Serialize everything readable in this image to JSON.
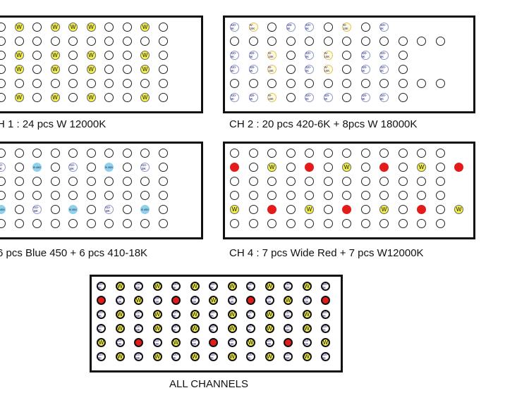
{
  "labels": {
    "W": "W",
    "K420": "420-6K",
    "K410": "410-18K",
    "WK": "W-18K",
    "B": "B 450"
  },
  "captions": {
    "ch1": "H 1 :    24 pcs   W 12000K",
    "ch2": "CH 2 :    20 pcs   420-6K + 8pcs W 18000K",
    "ch3": "6 pcs  Blue 450  +  6 pcs  410-18K",
    "ch4": "CH 4 :   7 pcs  Wide Red + 7 pcs  W12000K",
    "all": "ALL CHANNELS"
  },
  "grids": {
    "ch1": [
      "o W o W W W o o W o",
      "o o o o o o o o o o",
      "o W o W o W o o W o",
      "o W o W o W o o W o",
      "o o o o o o o o o o",
      "o W o W o W o o W o"
    ],
    "ch2": [
      "K WK o K K o WK o K",
      "o o o o o o o o o o o o",
      "K K WK o K WK o K K o",
      "K K WK o K WK o K K o",
      "o o o o o o o o o o o o",
      "K K WK o K K o K K o"
    ],
    "ch3": [
      "o o o o o o o o o o",
      "J o B o J o B o J o",
      "o o o o o o o o o o",
      "o o o o o o o o o o",
      "B o J o B o J o B o",
      "o o o o o o o o o o"
    ],
    "ch4": [
      "o o o o o o o o o o o o",
      "r o W o r o W o r o W o r",
      "o o o o o o o o o o o o",
      "o o o o o o o o o o o o",
      "W o r o W o r o W o r o W",
      "o o o o o o o o o o o o"
    ],
    "all": [
      "K W J W K W K W K W J W K",
      "r J W J r J W J r J W J r",
      "K W J W K W K W K W J W K",
      "K W J W K W K W K W J W K",
      "W J r J W J r J W J r J W",
      "K W J W K W K W K W J W K"
    ]
  }
}
